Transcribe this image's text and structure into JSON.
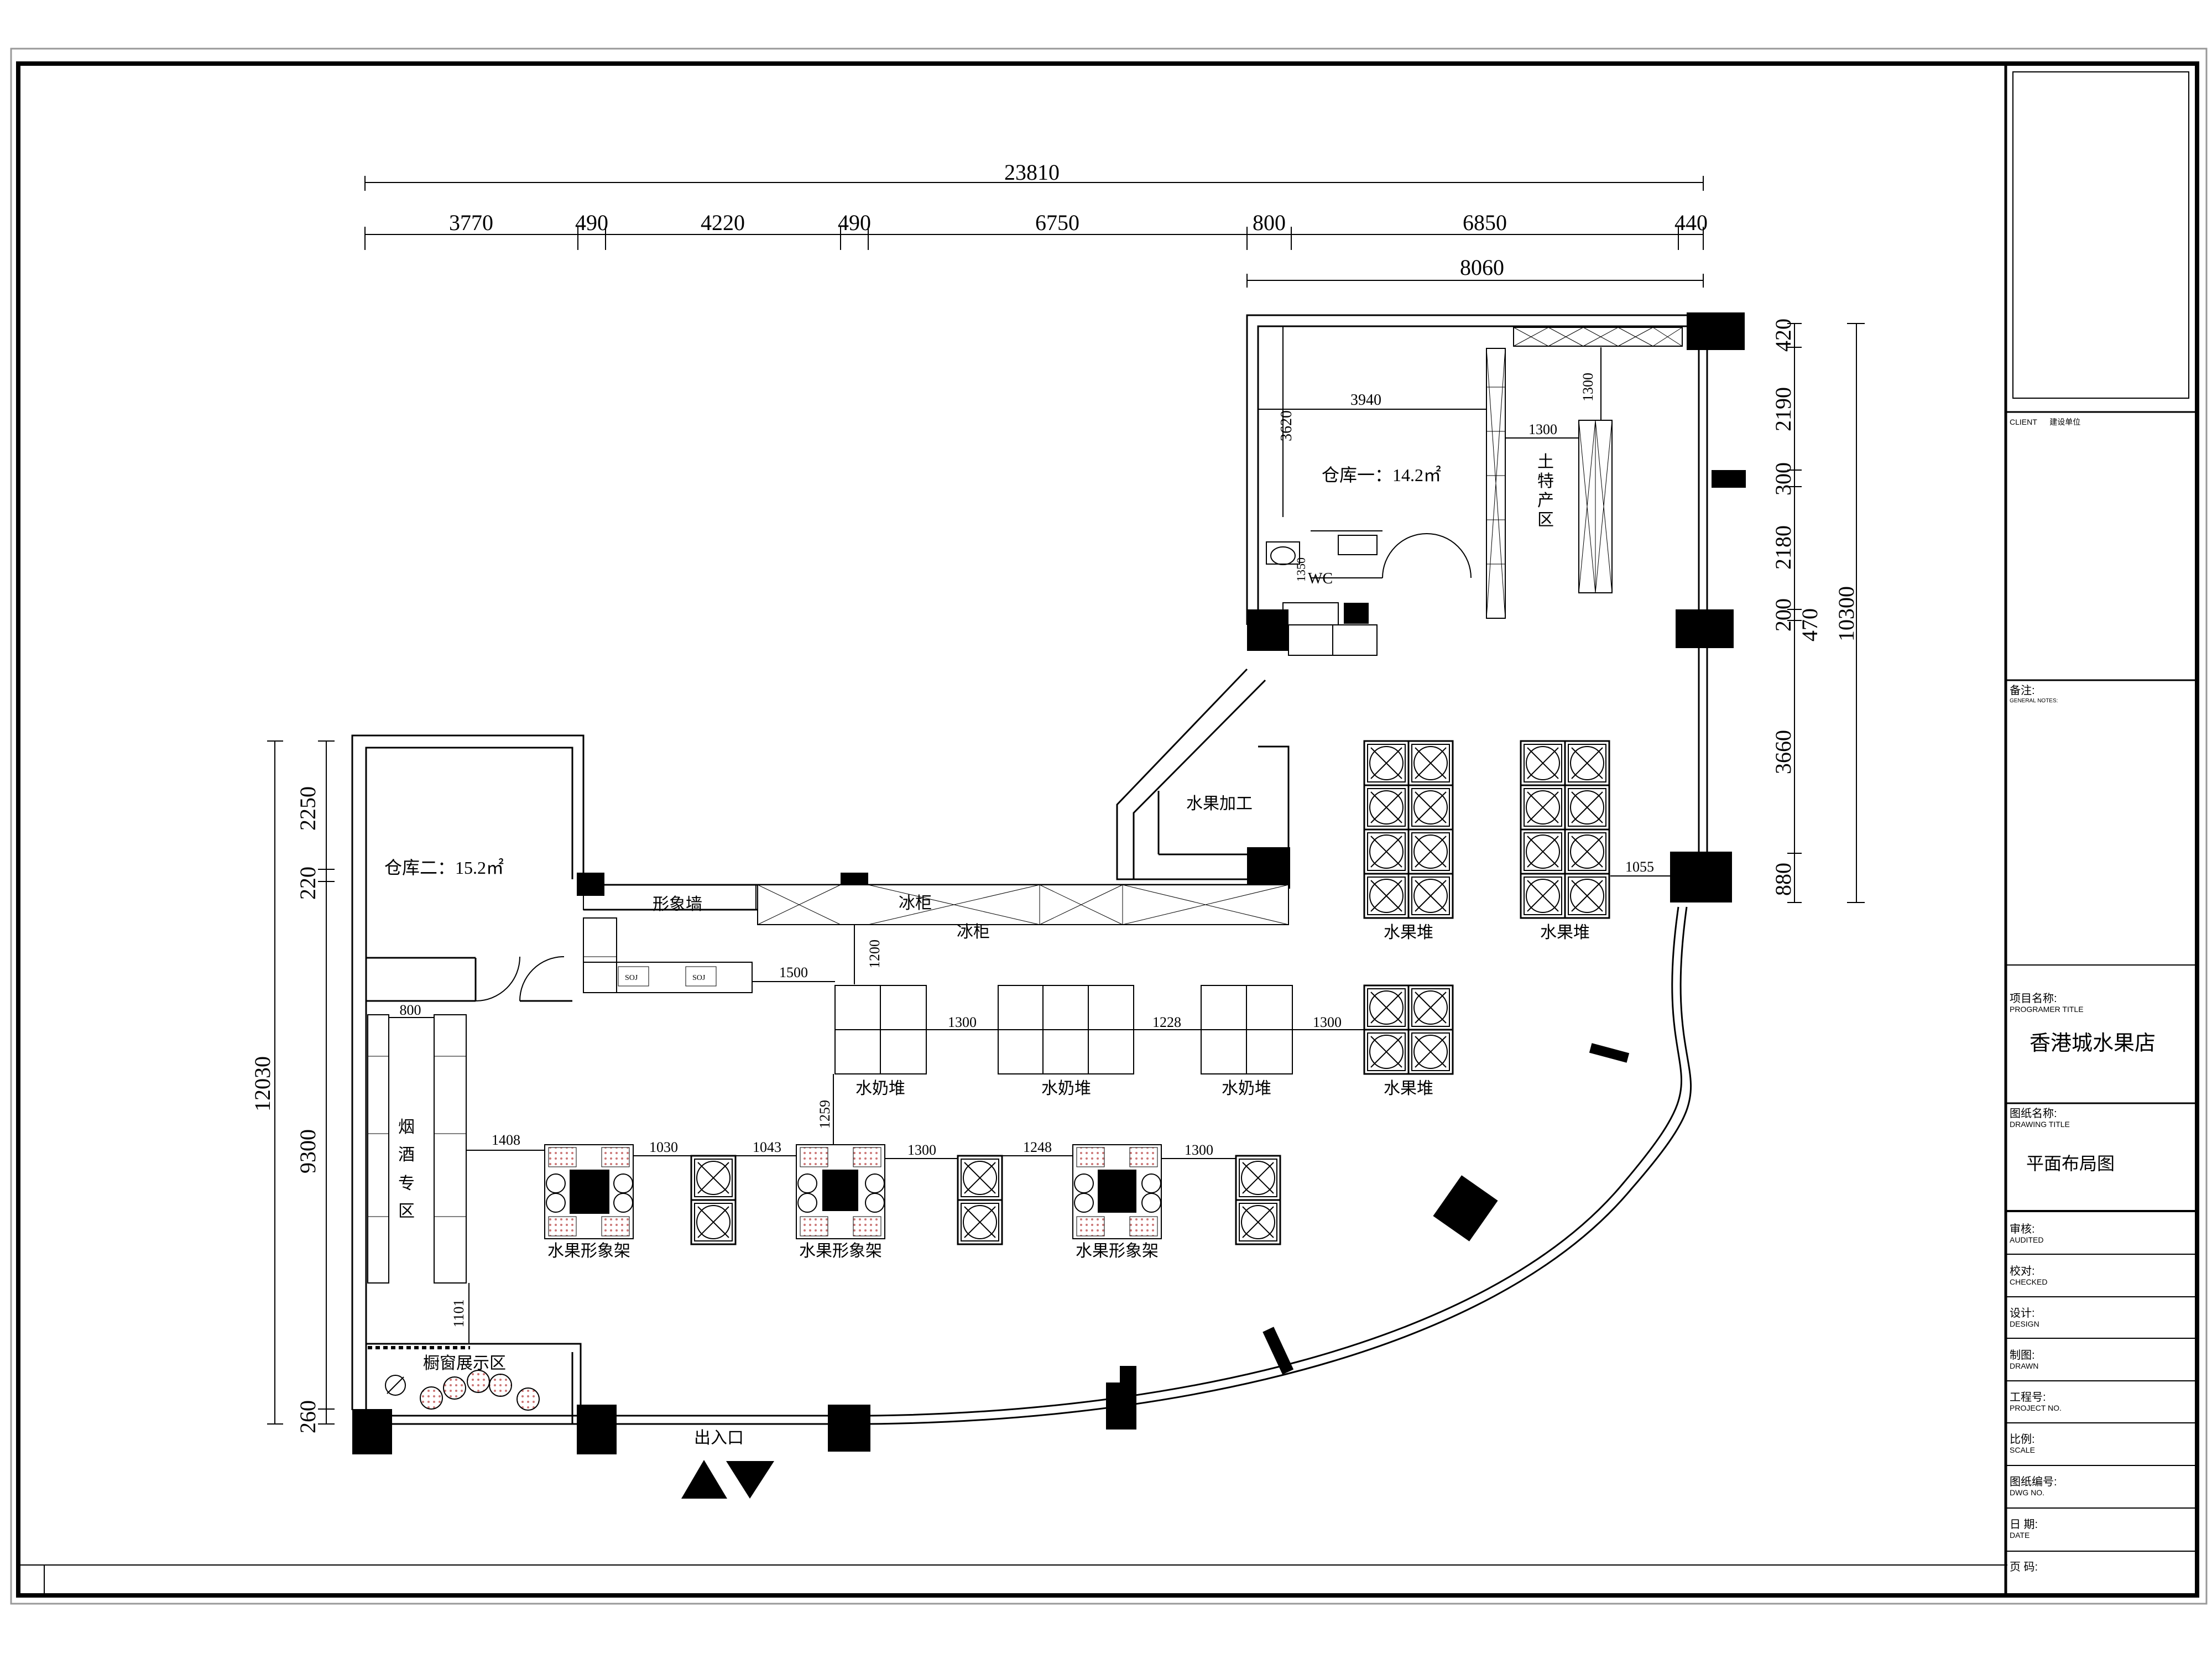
{
  "dimensions": {
    "overall": "23810",
    "top_segments": [
      "3770",
      "490",
      "4220",
      "490",
      "6750",
      "800",
      "6850",
      "440"
    ],
    "upper_right_width": "8060",
    "right_outer_height": "10300",
    "right_segments": [
      "420",
      "2190",
      "300",
      "2180",
      "200",
      "3660",
      "880"
    ],
    "right_inner": "470",
    "left_outer_height": "12030",
    "left_segments": [
      "2250",
      "220",
      "9300",
      "260"
    ],
    "interior": {
      "storage1_width": "3940",
      "storage1_height": "3620",
      "counter_1300_a": "1300",
      "counter_1300_b": "1300",
      "wc_size": "1350",
      "right_gap": "1055",
      "freezer_gap": "1200",
      "side_gap": "1500",
      "row1_gap_a": "1300",
      "row1_gap_b": "1228",
      "row1_gap_c": "1300",
      "shelf_gap_vertical": "1259",
      "aisle_width": "800",
      "row2_gap_a": "1408",
      "row2_gap_b": "1030",
      "row2_gap_c": "1043",
      "row2_gap_d": "1300",
      "row2_gap_e": "1248",
      "row2_gap_f": "1300",
      "window_gap": "1101"
    }
  },
  "labels": {
    "storage1": "仓库一：14.2㎡",
    "storage2": "仓库二：15.2㎡",
    "wc": "WC",
    "specialty_1": "土",
    "specialty_2": "特",
    "specialty_3": "产",
    "specialty_4": "区",
    "fruit_processing": "水果加工",
    "image_wall": "形象墙",
    "freezer_1": "冰柜",
    "freezer_2": "冰柜",
    "fruit_pile": "水果堆",
    "milk_pile": "水奶堆",
    "fruit_display_shelf": "水果形象架",
    "tobacco_1": "烟",
    "tobacco_2": "酒",
    "tobacco_3": "专",
    "tobacco_4": "区",
    "window_display": "橱窗展示区",
    "entrance": "出入口",
    "soj": "SOJ"
  },
  "title_block": {
    "client_en": "CLIENT",
    "client_cn": "建设单位",
    "notes_cn": "备注:",
    "notes_en": "GENERAL NOTES:",
    "project_name_cn": "项目名称:",
    "project_name_en": "PROGRAMER TITLE",
    "project_name_value": "香港城水果店",
    "drawing_title_cn": "图纸名称:",
    "drawing_title_en": "DRAWING TITLE",
    "drawing_title_value": "平面布局图",
    "rows": [
      {
        "cn": "审核:",
        "en": "AUDITED"
      },
      {
        "cn": "校对:",
        "en": "CHECKED"
      },
      {
        "cn": "设计:",
        "en": "DESIGN"
      },
      {
        "cn": "制图:",
        "en": "DRAWN"
      },
      {
        "cn": "工程号:",
        "en": "PROJECT NO."
      },
      {
        "cn": "比例:",
        "en": "SCALE"
      },
      {
        "cn": "图纸编号:",
        "en": "DWG NO."
      },
      {
        "cn": "日 期:",
        "en": "DATE"
      },
      {
        "cn": "页 码:",
        "en": ""
      }
    ]
  }
}
